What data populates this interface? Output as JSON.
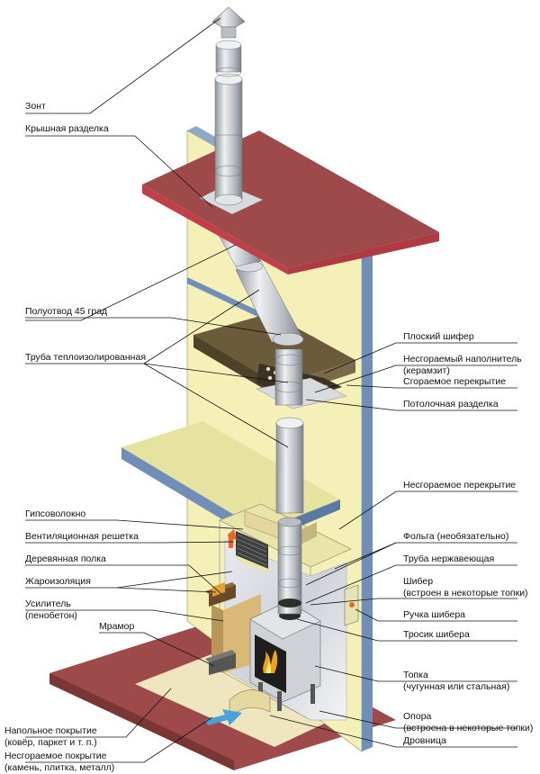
{
  "labels": {
    "zont": "Зонт",
    "krysha_razdelka": "Крышная разделка",
    "poluotvod": "Полуотвод 45 град",
    "truba_teplo": "Труба теплоизолированная",
    "ploskiy_shifer": "Плоский шифер",
    "nesgor_napoln": "Несгораемый наполнитель\n(керамзит)",
    "sgor_perekr": "Сгораемое перекрытие",
    "potol_razdelka": "Потолочная разделка",
    "nesgor_perekr": "Несгораемое перекрытие",
    "gipsovolokno": "Гипсоволокно",
    "vent_reshetka": "Вентиляционная решетка",
    "folga": "Фольга (необязательно)",
    "derev_polka": "Деревянная полка",
    "truba_nerzh": "Труба нержавеющая",
    "zharoizol": "Жароизоляция",
    "shiber": "Шибер\n(встроен в некоторые топки)",
    "usilitel": "Усилитель\n(пенобетон)",
    "ruchka_shibera": "Ручка шибера",
    "mramor": "Мрамор",
    "trosik_shibera": "Тросик шибера",
    "topka": "Топка\n(чугунная или стальная)",
    "napol_pokr": "Напольное покрытие\n(ковёр, паркет и т. п.)",
    "opora": "Опора\n(встроена в некоторые топки)",
    "drovnitsa": "Дровница",
    "nesgor_pokr": "Несгораемое покрытие\n(камень, плитка, металл)"
  },
  "colors": {
    "roof": "#9e4a4a",
    "roof_edge": "#c0404a",
    "wall": "#f5f0b8",
    "wall_side": "#6f8fb8",
    "shelf": "#e6e2a0",
    "shelf_edge": "#6f8fb8",
    "pipe": "#c4c8cc",
    "floor": "#9e4a4a",
    "floor_inner": "#efe6bf",
    "insulation": "#6b5b3a"
  },
  "icons": {
    "flame": "flame-icon",
    "arrow": "airflow-arrow-icon"
  }
}
